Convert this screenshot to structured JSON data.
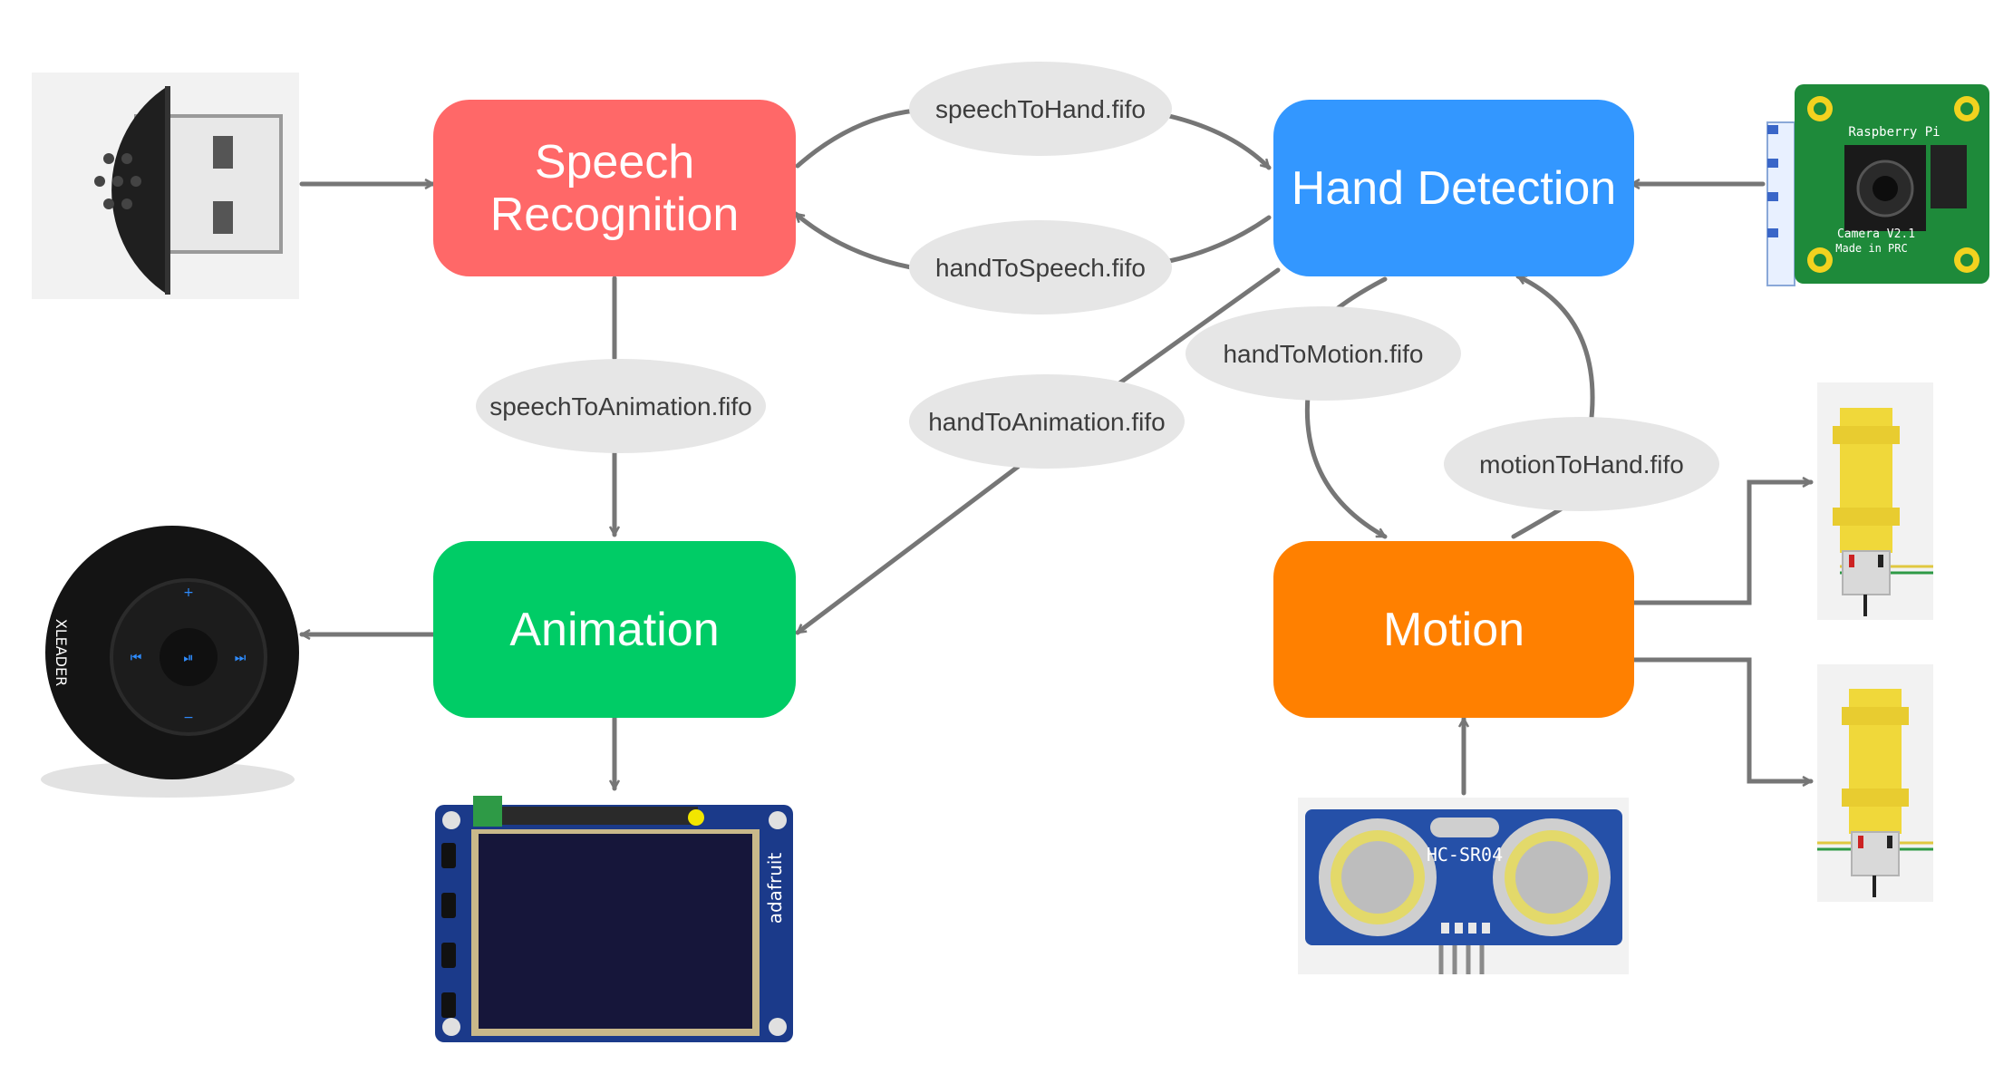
{
  "nodes": {
    "speech": {
      "label": "Speech\nRecognition",
      "color": "#ff6868"
    },
    "hand": {
      "label": "Hand Detection",
      "color": "#3397ff"
    },
    "animation": {
      "label": "Animation",
      "color": "#00cc66"
    },
    "motion": {
      "label": "Motion",
      "color": "#ff8000"
    }
  },
  "fifos": {
    "speech_to_hand": "speechToHand.fifo",
    "hand_to_speech": "handToSpeech.fifo",
    "speech_to_animation": "speechToAnimation.fifo",
    "hand_to_animation": "handToAnimation.fifo",
    "hand_to_motion": "handToMotion.fifo",
    "motion_to_hand": "motionToHand.fifo"
  },
  "devices": {
    "usb_microphone": {
      "icon": "usb-microphone-icon"
    },
    "camera": {
      "icon": "camera-module-icon",
      "brand": "Raspberry Pi",
      "model": "Camera V2.1",
      "origin": "Made in PRC"
    },
    "speaker": {
      "icon": "bluetooth-speaker-icon",
      "brand": "XLEADER"
    },
    "display": {
      "icon": "tft-display-icon",
      "brand": "adafruit"
    },
    "ultrasonic_sensor": {
      "icon": "ultrasonic-sensor-icon",
      "model": "HC-SR04"
    },
    "motor_top": {
      "icon": "dc-motor-icon"
    },
    "motor_bottom": {
      "icon": "dc-motor-icon"
    }
  },
  "colors": {
    "arrow": "#767676",
    "label_bg": "#e6e6e6"
  }
}
